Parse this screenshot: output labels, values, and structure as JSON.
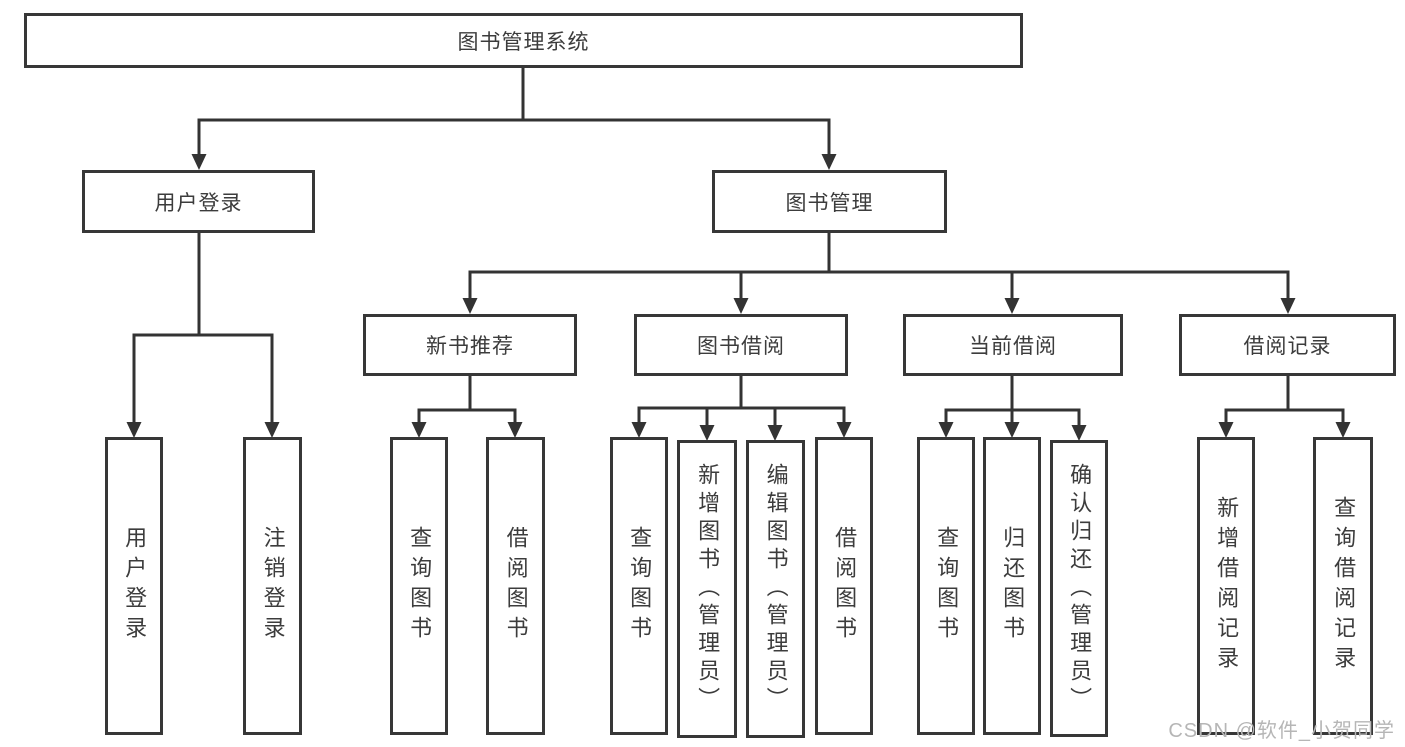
{
  "diagram": {
    "root": {
      "label": "图书管理系统"
    },
    "branches": [
      {
        "label": "用户登录",
        "children": [
          {
            "label": "用户登录"
          },
          {
            "label": "注销登录"
          }
        ]
      },
      {
        "label": "图书管理",
        "children": [
          {
            "label": "新书推荐",
            "children": [
              {
                "label": "查询图书"
              },
              {
                "label": "借阅图书"
              }
            ]
          },
          {
            "label": "图书借阅",
            "children": [
              {
                "label": "查询图书"
              },
              {
                "label": "新增图书（管理员）"
              },
              {
                "label": "编辑图书（管理员）"
              },
              {
                "label": "借阅图书"
              }
            ]
          },
          {
            "label": "当前借阅",
            "children": [
              {
                "label": "查询图书"
              },
              {
                "label": "归还图书"
              },
              {
                "label": "确认归还（管理员）"
              }
            ]
          },
          {
            "label": "借阅记录",
            "children": [
              {
                "label": "新增借阅记录"
              },
              {
                "label": "查询借阅记录"
              }
            ]
          }
        ]
      }
    ]
  },
  "watermark": {
    "text": "CSDN @软件_小贺同学"
  },
  "colors": {
    "line": "#333333",
    "box_border": "#373737",
    "text": "#3c3c3c",
    "watermark": "#b6b6b6",
    "background": "#ffffff"
  }
}
